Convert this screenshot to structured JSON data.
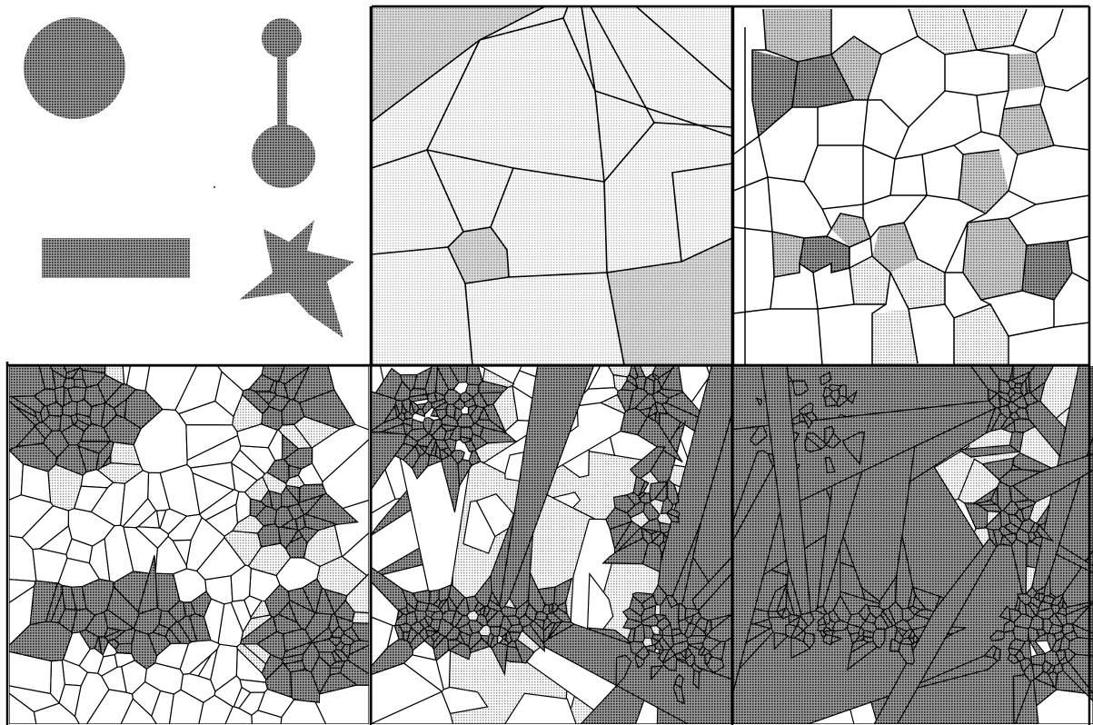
{
  "figure": {
    "panels": [
      {
        "id": "shapes",
        "content": "target-shapes"
      },
      {
        "id": "voronoi-level-1"
      },
      {
        "id": "voronoi-level-2"
      },
      {
        "id": "voronoi-level-3"
      },
      {
        "id": "voronoi-level-4"
      },
      {
        "id": "voronoi-level-5"
      }
    ],
    "shapes": [
      "circle",
      "dumbbell",
      "rectangle",
      "star"
    ],
    "colors": {
      "object_fill": "#6e6e6e",
      "boundary_fill": "#b8b8b8",
      "background_light": "#dedede",
      "line": "#000000",
      "paper": "#ffffff"
    }
  }
}
